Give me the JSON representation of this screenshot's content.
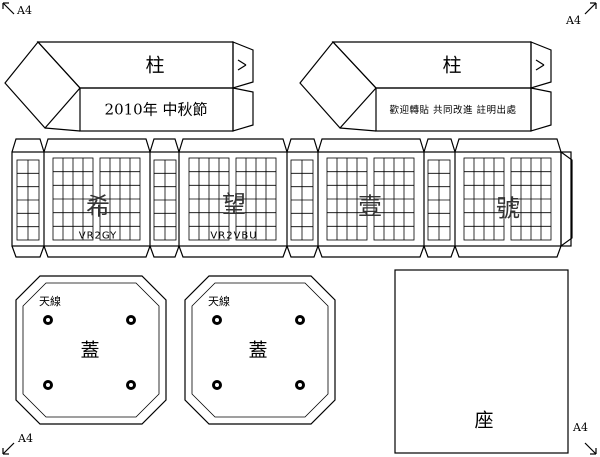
{
  "page_marks": [
    "A4",
    "A4",
    "A4",
    "A4"
  ],
  "pillar_left": {
    "title": "柱",
    "text": "2010年 中秋節"
  },
  "pillar_right": {
    "title": "柱",
    "text": "歡迎轉貼 共同改進 註明出處"
  },
  "band": {
    "characters": [
      "希",
      "望",
      "壹",
      "號"
    ],
    "codes": [
      "VR2GY",
      "VR2VBU"
    ]
  },
  "lids": [
    {
      "title": "蓋",
      "antenna": "天線"
    },
    {
      "title": "蓋",
      "antenna": "天線"
    }
  ],
  "base": {
    "title": "座"
  }
}
